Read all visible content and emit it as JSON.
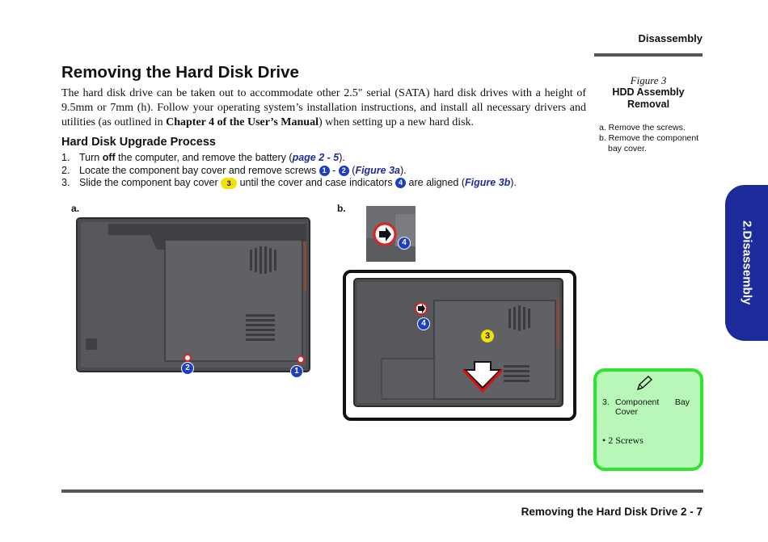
{
  "header": {
    "section": "Disassembly"
  },
  "figure": {
    "number": "Figure 3",
    "title_line1": "HDD Assembly",
    "title_line2": "Removal",
    "notes": [
      "a. Remove the screws.",
      "b. Remove the component bay cover."
    ]
  },
  "page": {
    "title": "Removing the Hard Disk Drive",
    "intro_1": "The hard disk drive can be taken out to accommodate other 2.5\" serial (SATA) hard disk drives with a height of 9.5mm or 7mm (h). Follow your operating system’s installation instructions, and install all necessary drivers and utilities (as outlined in ",
    "intro_bold": "Chapter 4 of the User’s Manual",
    "intro_2": ") when setting up a new hard disk.",
    "subhead": "Hard Disk Upgrade Process",
    "steps": {
      "s1_num": "1.",
      "s1_a": "Turn ",
      "s1_b": "off",
      "s1_c": " the computer, and remove the battery (",
      "s1_link": "page 2 - 5",
      "s1_d": ").",
      "s2_num": "2.",
      "s2_a": "Locate the component bay cover and remove screws ",
      "s2_b1": "1",
      "s2_dash": " - ",
      "s2_b2": "2",
      "s2_c": " (",
      "s2_link": "Figure 3a",
      "s2_d": ").",
      "s3_num": "3.",
      "s3_a": "Slide the component bay cover ",
      "s3_b3": "3",
      "s3_c": "  until the cover and case indicators ",
      "s3_b4": "4",
      "s3_d": " are aligned (",
      "s3_link": "Figure 3b",
      "s3_e": ")."
    }
  },
  "images": {
    "label_a": "a.",
    "label_b": "b.",
    "callouts": {
      "c1": "1",
      "c2": "2",
      "c3": "3",
      "c4": "4"
    }
  },
  "side_tab": "2.Disassembly",
  "note_box": {
    "item_num": "3.",
    "item_text": "Component Bay Cover",
    "bullet": "•  2 Screws"
  },
  "footer": {
    "text": "Removing the Hard Disk Drive  2  -  7"
  },
  "colors": {
    "accent_blue": "#1c2a9a",
    "link_blue": "#1f2a9e",
    "note_green": "#2fe32f",
    "callout_yellow": "#f2e300"
  }
}
